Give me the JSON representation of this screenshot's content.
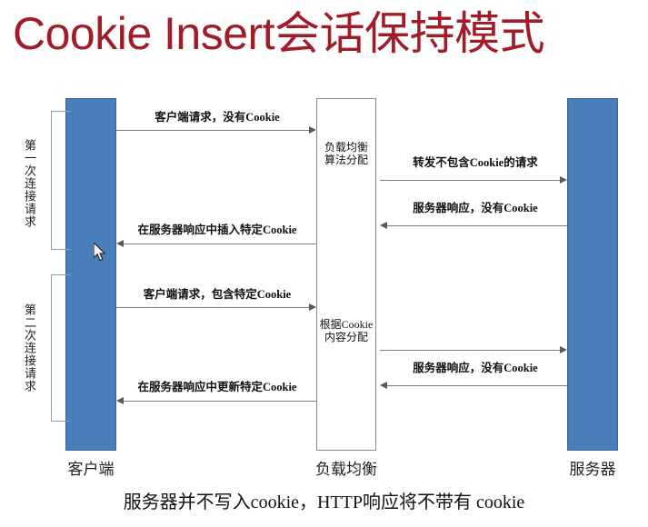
{
  "title": "Cookie Insert会话保持模式",
  "colors": {
    "title": "#A01C29",
    "lane_fill": "#4A7EBB",
    "lane_border": "#3A639A",
    "lb_fill": "#FFFFFF",
    "lb_border": "#8A8A8A",
    "arrow": "#808080",
    "text": "#101010"
  },
  "lanes": [
    {
      "id": "client",
      "caption": "客户端"
    },
    {
      "id": "load_balancer",
      "caption": "负载均衡"
    },
    {
      "id": "server",
      "caption": "服务器"
    }
  ],
  "groups": [
    {
      "id": "first",
      "label": "第一次连接请求"
    },
    {
      "id": "second",
      "label": "第二次连接请求"
    }
  ],
  "lb_steps": [
    {
      "id": "step1",
      "line1": "负载均衡",
      "line2": "算法分配"
    },
    {
      "id": "step2",
      "line1": "根据Cookie",
      "line2": "内容分配"
    }
  ],
  "messages": [
    {
      "id": "m1",
      "label": "客户端请求，没有Cookie",
      "from": "client",
      "to": "load_balancer",
      "direction": "right"
    },
    {
      "id": "m2",
      "label": "转发不包含Cookie的请求",
      "from": "load_balancer",
      "to": "server",
      "direction": "right"
    },
    {
      "id": "m3",
      "label": "服务器响应，没有Cookie",
      "from": "server",
      "to": "load_balancer",
      "direction": "left"
    },
    {
      "id": "m4",
      "label": "在服务器响应中插入特定Cookie",
      "from": "load_balancer",
      "to": "client",
      "direction": "left"
    },
    {
      "id": "m5",
      "label": "客户端请求，包含特定Cookie",
      "from": "client",
      "to": "load_balancer",
      "direction": "right"
    },
    {
      "id": "m6",
      "label": "",
      "from": "load_balancer",
      "to": "server",
      "direction": "right"
    },
    {
      "id": "m7",
      "label": "服务器响应，没有Cookie",
      "from": "server",
      "to": "load_balancer",
      "direction": "left"
    },
    {
      "id": "m8",
      "label": "在服务器响应中更新特定Cookie",
      "from": "load_balancer",
      "to": "client",
      "direction": "left"
    }
  ],
  "footer_note": "服务器并不写入cookie，HTTP响应将不带有 cookie"
}
